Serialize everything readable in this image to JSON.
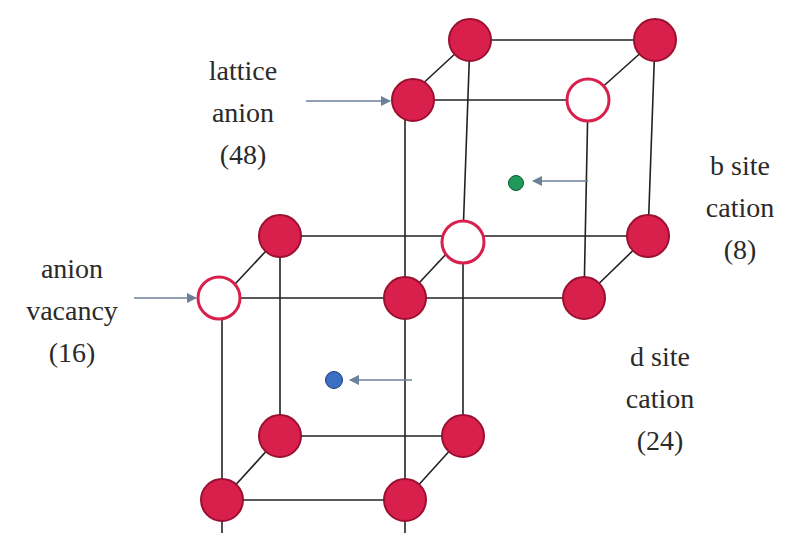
{
  "diagram": {
    "labels": [
      "lattice anion",
      "(48)",
      "b site cation",
      "(8)",
      "anion vacancy",
      "(16)",
      "d site cation",
      "(24)"
    ]
  }
}
